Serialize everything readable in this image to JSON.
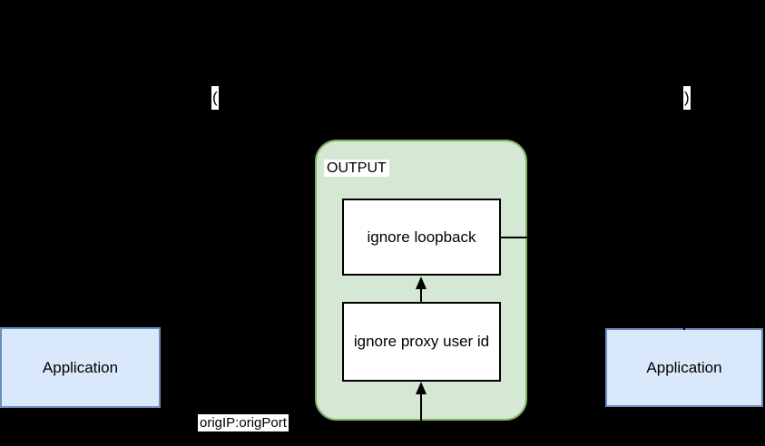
{
  "diagram": {
    "edge_labels": {
      "open_paren": "(",
      "close_paren": ")",
      "orig_addr": "origIP:origPort"
    },
    "nodes": {
      "left_application": {
        "label": "Application"
      },
      "right_application": {
        "label": "Application"
      },
      "output_chain": {
        "title": "OUTPUT",
        "rules": [
          {
            "label": "ignore loopback"
          },
          {
            "label": "ignore proxy user id"
          }
        ]
      }
    }
  },
  "colors": {
    "bg": "#000000",
    "blue-fill": "#DAE8FC",
    "blue-border": "#6C8EBF",
    "green-fill": "#D5E8D4",
    "green-border": "#82B366",
    "line": "#000000",
    "label-bg": "#FFFFFF",
    "text": "#000000"
  }
}
